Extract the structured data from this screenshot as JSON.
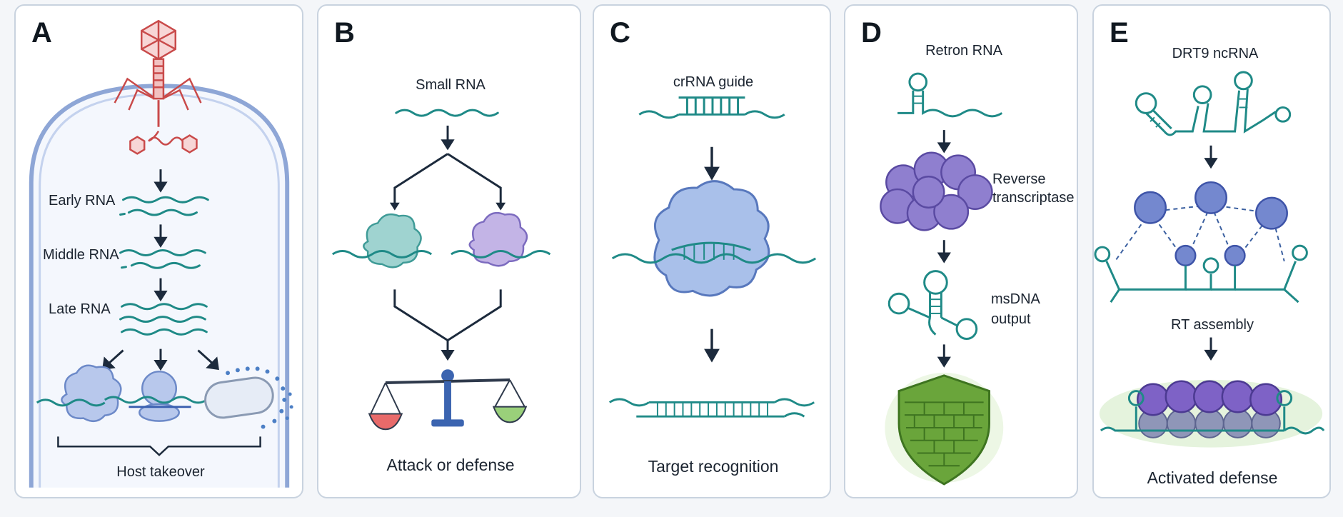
{
  "colors": {
    "rna_teal": "#1f8a87",
    "phage_red": "#c94a4a",
    "arrow_dark": "#1c2a3c",
    "protein_blue": "#8ea9dd",
    "protein_purple": "#7c6bbf",
    "protein_teal": "#8ecac7",
    "shield_green": "#6aa53b",
    "cell_border": "#8ea6d6"
  },
  "panels": [
    {
      "letter": "A",
      "labels": {
        "early": "Early RNA",
        "middle": "Middle RNA",
        "late": "Late RNA",
        "bottom": "Host takeover"
      }
    },
    {
      "letter": "B",
      "labels": {
        "top": "Small RNA",
        "bottom": "Attack or defense"
      }
    },
    {
      "letter": "C",
      "labels": {
        "top": "crRNA guide",
        "bottom": "Target recognition"
      }
    },
    {
      "letter": "D",
      "labels": {
        "top": "Retron RNA",
        "enzyme_line1": "Reverse",
        "enzyme_line2": "transcriptase",
        "output_line1": "msDNA",
        "output_line2": "output"
      }
    },
    {
      "letter": "E",
      "labels": {
        "top": "DRT9 ncRNA",
        "middle": "RT assembly",
        "bottom": "Activated defense"
      }
    }
  ]
}
